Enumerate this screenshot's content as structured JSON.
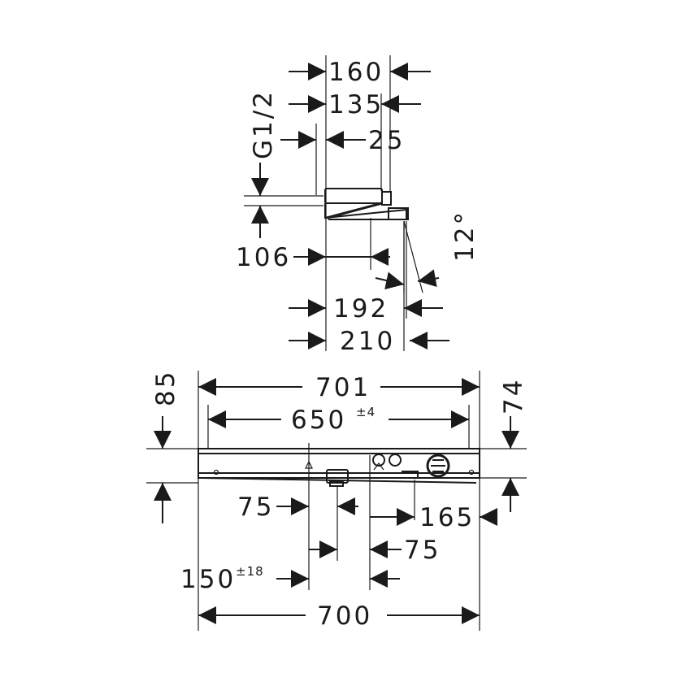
{
  "side_view": {
    "dim_160": "160",
    "dim_135": "135",
    "dim_25": "25",
    "dim_g12": "G1/2",
    "dim_106": "106",
    "dim_12deg": "12°",
    "dim_192": "192",
    "dim_210": "210"
  },
  "front_view": {
    "dim_701": "701",
    "dim_650": "650",
    "dim_650_tol": "±4",
    "dim_85": "85",
    "dim_74": "74",
    "dim_75_left": "75",
    "dim_165": "165",
    "dim_75_right": "75",
    "dim_150": "150",
    "dim_150_tol": "±18",
    "dim_700": "700"
  }
}
